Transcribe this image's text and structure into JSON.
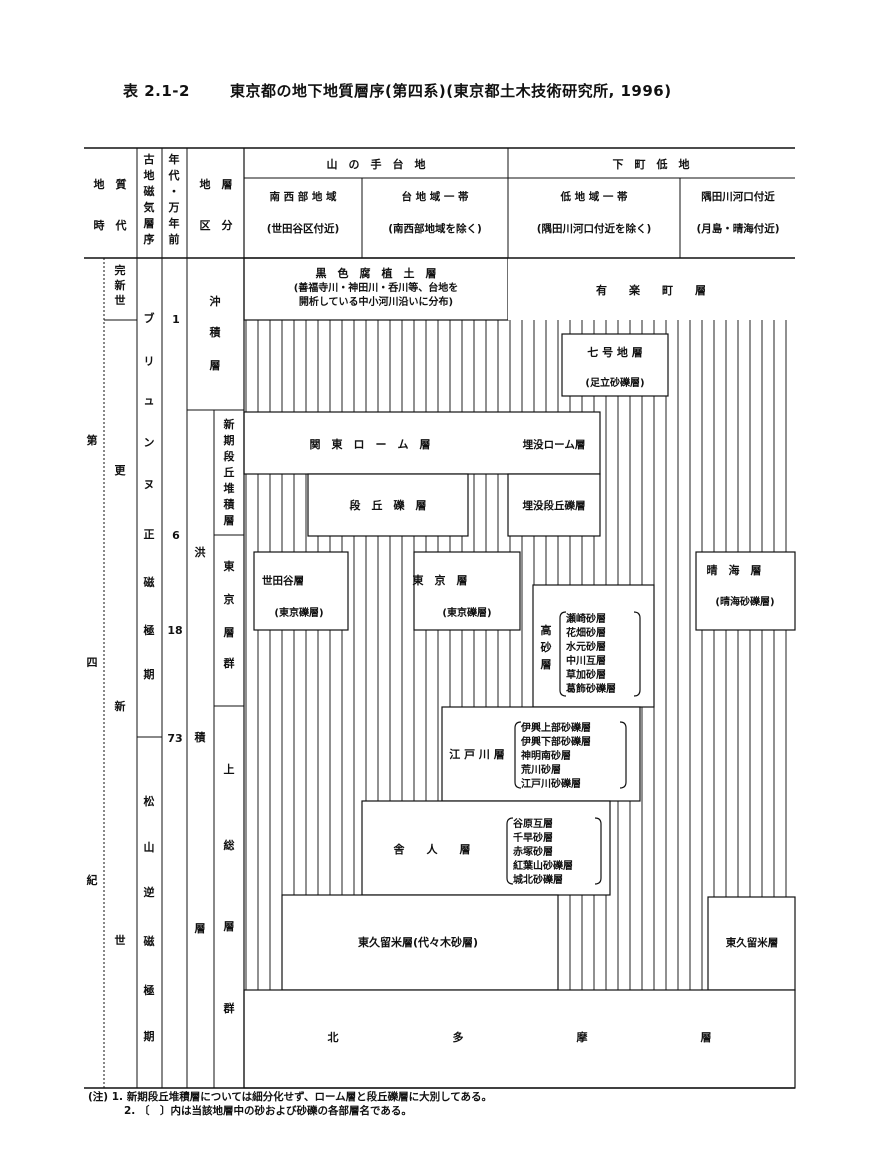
{
  "title": {
    "code": "表 2.1-2",
    "text": "東京都の地下地質層序(第四系)(東京都土木技術研究所, 1996)"
  },
  "header": {
    "geo_age_top": "地　質",
    "geo_age_bottom": "時　代",
    "paleomag": [
      "古",
      "地",
      "磁",
      "気",
      "層",
      "序"
    ],
    "age": [
      "年",
      "代",
      "・",
      "万",
      "年",
      "前"
    ],
    "strata_top": "地　層",
    "strata_bottom": "区　分",
    "upland": "山　の　手　台　地",
    "lowland": "下　町　低　地",
    "upland_sw": "南 西 部 地 域",
    "upland_sw_sub": "(世田谷区付近)",
    "upland_all": "台 地 域 一 帯",
    "upland_all_sub": "(南西部地域を除く)",
    "lowland_all": "低 地 域 一 帯",
    "lowland_all_sub": "(隅田川河口付近を除く)",
    "lowland_mouth": "隅田川河口付近",
    "lowland_mouth_sub": "(月島・晴海付近)"
  },
  "columns": {
    "quaternary": [
      "第",
      "四",
      "紀"
    ],
    "holocene": [
      "完",
      "新",
      "世"
    ],
    "pleistocene": [
      "更",
      "新",
      "世"
    ],
    "brunhes": [
      "ブ",
      "リ",
      "ュ",
      "ン",
      "ヌ",
      "正",
      "磁",
      "極",
      "期"
    ],
    "matuyama": [
      "松",
      "山",
      "逆",
      "磁",
      "極",
      "期"
    ],
    "ages": [
      "1",
      "6",
      "18",
      "73"
    ],
    "alluvium": [
      "沖",
      "積",
      "層"
    ],
    "diluvium": [
      "洪",
      "積",
      "層"
    ],
    "terrace_deposits": [
      "新",
      "期",
      "段",
      "丘",
      "堆",
      "積",
      "層"
    ],
    "tokyo_group": [
      "東",
      "京",
      "層",
      "群"
    ],
    "kazusa_group": [
      "上",
      "総",
      "層",
      "群"
    ]
  },
  "units": {
    "humus": "黒　色　腐　植　土　層",
    "humus_note1": "(善福寺川・神田川・呑川等、台地を",
    "humus_note2": "開析している中小河川沿いに分布)",
    "yurakucho": "有　　楽　　町　　層",
    "nanagochi": "七 号 地 層",
    "nanagochi_sub": "(足立砂礫層)",
    "kanto_loam": "関　東　ロ　ー　ム　層",
    "buried_loam": "埋没ローム層",
    "terrace_gravel": "段　丘　礫　層",
    "buried_gravel": "埋没段丘礫層",
    "setagaya": "世田谷層",
    "setagaya_sub": "(東京礫層)",
    "tokyo": "東　京　層",
    "tokyo_sub": "(東京礫層)",
    "harumi": "晴　海　層",
    "harumi_sub": "(晴海砂礫層)",
    "takasuna": [
      "高",
      "砂",
      "層"
    ],
    "takasuna_members": [
      "瀬崎砂層",
      "花畑砂層",
      "水元砂層",
      "中川互層",
      "草加砂層",
      "葛飾砂礫層"
    ],
    "edogawa": "江 戸 川 層",
    "edogawa_members": [
      "伊興上部砂礫層",
      "伊興下部砂礫層",
      "神明南砂層",
      "荒川砂層",
      "江戸川砂礫層"
    ],
    "kamiyama": "舎　　人　　層",
    "kamiyama_members": [
      "谷原互層",
      "千早砂層",
      "赤塚砂層",
      "紅葉山砂礫層",
      "城北砂礫層"
    ],
    "higashikurume": "東久留米層(代々木砂層)",
    "higashikurume_right": "東久留米層",
    "kitatama": [
      "北",
      "多",
      "摩",
      "層"
    ]
  },
  "notes": {
    "n1": "(注) 1. 新期段丘堆積層については細分化せず、ローム層と段丘礫層に大別してある。",
    "n2": "2. 〔　〕内は当該地層中の砂および砂礫の各部層名である。"
  }
}
